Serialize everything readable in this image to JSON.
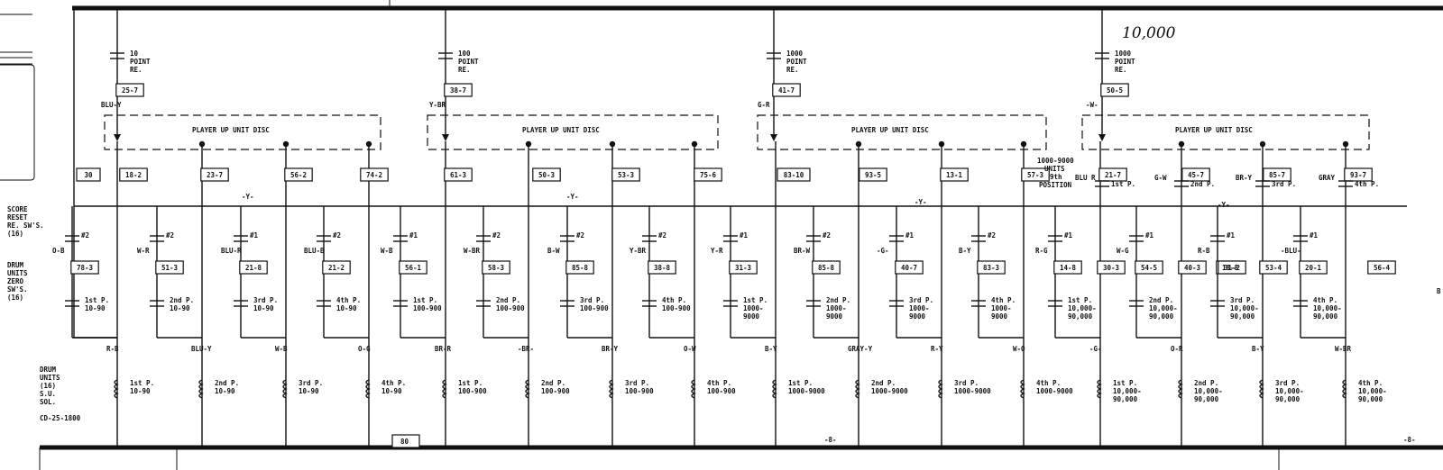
{
  "handwritten_note": "10,000",
  "left_panel": {
    "score_reset": [
      "SCORE",
      "RESET",
      "RE. SW'S.",
      "(16)"
    ],
    "drum_zero": [
      "DRUM",
      "UNITS",
      "ZERO",
      "SW'S.",
      "(16)"
    ],
    "drum_units": [
      "DRUM",
      "UNITS",
      "(16)",
      "S.U.",
      "SOL.",
      "CD-25-1800"
    ]
  },
  "position_note": [
    "1000-9000",
    "UNITS",
    "9th",
    "POSITION"
  ],
  "bus_color": "-Y-",
  "page_marks": {
    "box_80": "80",
    "dash_8_a": "-8-",
    "dash_8_b": "-8-",
    "edge_b": "B"
  },
  "groups": [
    {
      "reset_label": [
        "10",
        "POINT",
        "RE."
      ],
      "reset_tag": "25-7",
      "reset_color": "BLU-Y",
      "disc_label": "PLAYER UP UNIT DISC"
    },
    {
      "reset_label": [
        "100",
        "POINT",
        "RE."
      ],
      "reset_tag": "38-7",
      "reset_color": "Y-BR",
      "disc_label": "PLAYER UP UNIT DISC"
    },
    {
      "reset_label": [
        "1000",
        "POINT",
        "RE."
      ],
      "reset_tag": "41-7",
      "reset_color": "G-R",
      "disc_label": "PLAYER UP UNIT DISC"
    },
    {
      "reset_label": [
        "1000",
        "POINT",
        "RE."
      ],
      "reset_tag": "50-5",
      "reset_color": "-W-",
      "disc_label": "PLAYER UP UNIT DISC"
    }
  ],
  "top_tags": [
    "30",
    "18-2",
    "23-7",
    "56-2",
    "74-2",
    "61-3",
    "50-3",
    "53-3",
    "75-6",
    "83-10",
    "93-5",
    "13-1",
    "57-3",
    "21-7",
    "45-7",
    "85-7",
    "93-7"
  ],
  "top_contacts": [
    {
      "color": "BLU R",
      "label": "1st P."
    },
    {
      "color": "G-W",
      "label": "2nd P."
    },
    {
      "color": "BR-Y",
      "label": "3rd P."
    },
    {
      "color": "GRAY",
      "label": "4th P."
    }
  ],
  "channels": [
    {
      "sw": "#2",
      "color": "O-B",
      "tag": "78-3",
      "pos": [
        "1st P.",
        "10-90"
      ],
      "wire": "R-B",
      "coil": [
        "1st P.",
        "10-90"
      ]
    },
    {
      "sw": "#2",
      "color": "W-R",
      "tag": "51-3",
      "pos": [
        "2nd P.",
        "10-90"
      ],
      "wire": "BLU-Y",
      "coil": [
        "2nd P.",
        "10-90"
      ]
    },
    {
      "sw": "#1",
      "color": "BLU-R",
      "tag": "21-8",
      "pos": [
        "3rd P.",
        "10-90"
      ],
      "wire": "W-B",
      "coil": [
        "3rd P.",
        "10-90"
      ]
    },
    {
      "sw": "#2",
      "color": "BLU-B",
      "tag": "21-2",
      "pos": [
        "4th P.",
        "10-90"
      ],
      "wire": "O-G",
      "coil": [
        "4th P.",
        "10-90"
      ]
    },
    {
      "sw": "#1",
      "color": "W-B",
      "tag": "56-1",
      "pos": [
        "1st P.",
        "100-900"
      ],
      "wire": "BR-R",
      "coil": [
        "1st P.",
        "100-900"
      ]
    },
    {
      "sw": "#2",
      "color": "W-BR",
      "tag": "58-3",
      "pos": [
        "2nd P.",
        "100-900"
      ],
      "wire": "-BR-",
      "coil": [
        "2nd P.",
        "100-900"
      ]
    },
    {
      "sw": "#2",
      "color": "B-W",
      "tag": "85-8",
      "pos": [
        "3rd P.",
        "100-900"
      ],
      "wire": "BR-Y",
      "coil": [
        "3rd P.",
        "100-900"
      ]
    },
    {
      "sw": "#2",
      "color": "Y-BR",
      "tag": "38-8",
      "pos": [
        "4th P.",
        "100-900"
      ],
      "wire": "O-W",
      "coil": [
        "4th P.",
        "100-900"
      ]
    },
    {
      "sw": "#1",
      "color": "Y-R",
      "tag": "31-3",
      "pos": [
        "1st P.",
        "1000-",
        "9000"
      ],
      "wire": "B-Y",
      "coil": [
        "1st P.",
        "1000-9000"
      ]
    },
    {
      "sw": "#2",
      "color": "BR-W",
      "tag": "85-8",
      "pos": [
        "2nd P.",
        "1000-",
        "9000"
      ],
      "wire": "GRAY-Y",
      "coil": [
        "2nd P.",
        "1000-9000"
      ]
    },
    {
      "sw": "#1",
      "color": "-G-",
      "tag": "40-7",
      "pos": [
        "3rd P.",
        "1000-",
        "9000"
      ],
      "wire": "R-Y",
      "coil": [
        "3rd P.",
        "1000-9000"
      ]
    },
    {
      "sw": "#2",
      "color": "B-Y",
      "tag": "83-3",
      "pos": [
        "4th P.",
        "1000-",
        "9000"
      ],
      "wire": "W-O",
      "coil": [
        "4th P.",
        "1000-9000"
      ]
    },
    {
      "sw": "#1",
      "color": "R-G",
      "tag": "14-8",
      "pos": [
        "1st P.",
        "10,000-",
        "90,000"
      ],
      "wire": "-G-",
      "coil": [
        "1st P.",
        "10,000-",
        "90,000"
      ]
    },
    {
      "sw": "#1",
      "color": "W-G",
      "tag": "54-5",
      "pos": [
        "2nd P.",
        "10,000-",
        "90,000"
      ],
      "wire": "O-R",
      "coil": [
        "2nd P.",
        "10,000-",
        "90,000"
      ]
    },
    {
      "sw": "#1",
      "color": "R-B",
      "tag": "18-8",
      "pos": [
        "3rd P.",
        "10,000-",
        "90,000"
      ],
      "wire": "B-Y",
      "coil": [
        "3rd P.",
        "10,000-",
        "90,000"
      ]
    },
    {
      "sw": "#1",
      "color": "-BLU-",
      "tag": "20-1",
      "pos": [
        "4th P.",
        "10,000-",
        "90,000"
      ],
      "wire": "W-BR",
      "coil": [
        "4th P.",
        "10,000-",
        "90,000"
      ]
    }
  ],
  "mid_tags": [
    "30-3",
    "40-3",
    "31-2",
    "53-4",
    "56-4"
  ]
}
